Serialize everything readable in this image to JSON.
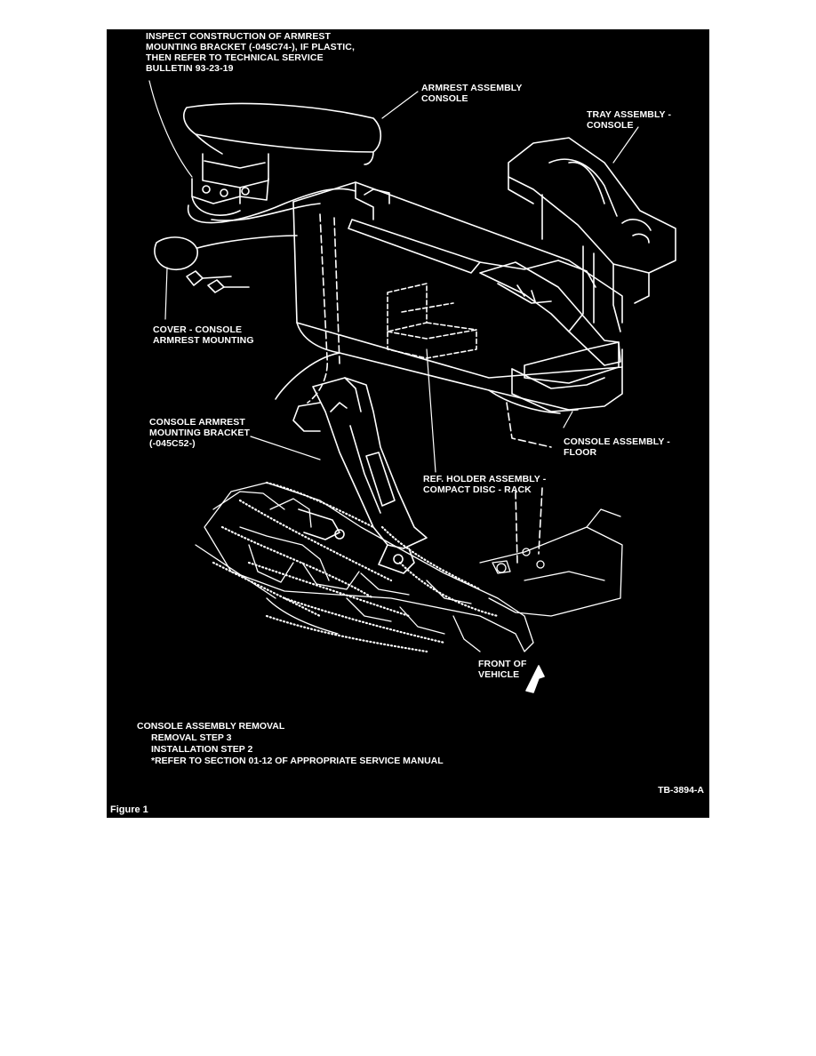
{
  "labels": {
    "inspect": "INSPECT CONSTRUCTION OF ARMREST\nMOUNTING BRACKET (-045C74-), IF PLASTIC,\nTHEN REFER TO TECHNICAL SERVICE\nBULLETIN 93-23-19",
    "armrest": "ARMREST ASSEMBLY\nCONSOLE",
    "tray": "TRAY ASSEMBLY -\nCONSOLE",
    "cover": "COVER - CONSOLE\nARMREST MOUNTING",
    "bracket": "CONSOLE ARMREST\nMOUNTING BRACKET\n(-045C52-)",
    "floor": "CONSOLE ASSEMBLY -\nFLOOR",
    "holder": "REF. HOLDER ASSEMBLY -\nCOMPACT DISC - RACK",
    "front": "FRONT OF\nVEHICLE"
  },
  "notes": {
    "title": "CONSOLE ASSEMBLY REMOVAL",
    "step1": "REMOVAL STEP 3",
    "step2": "INSTALLATION STEP 2",
    "step3": "*REFER TO SECTION 01-12 OF APPROPRIATE SERVICE MANUAL"
  },
  "code": "TB-3894-A",
  "figure_label": "Figure  1",
  "colors": {
    "background": "#000000",
    "line": "#ffffff",
    "page": "#ffffff"
  }
}
